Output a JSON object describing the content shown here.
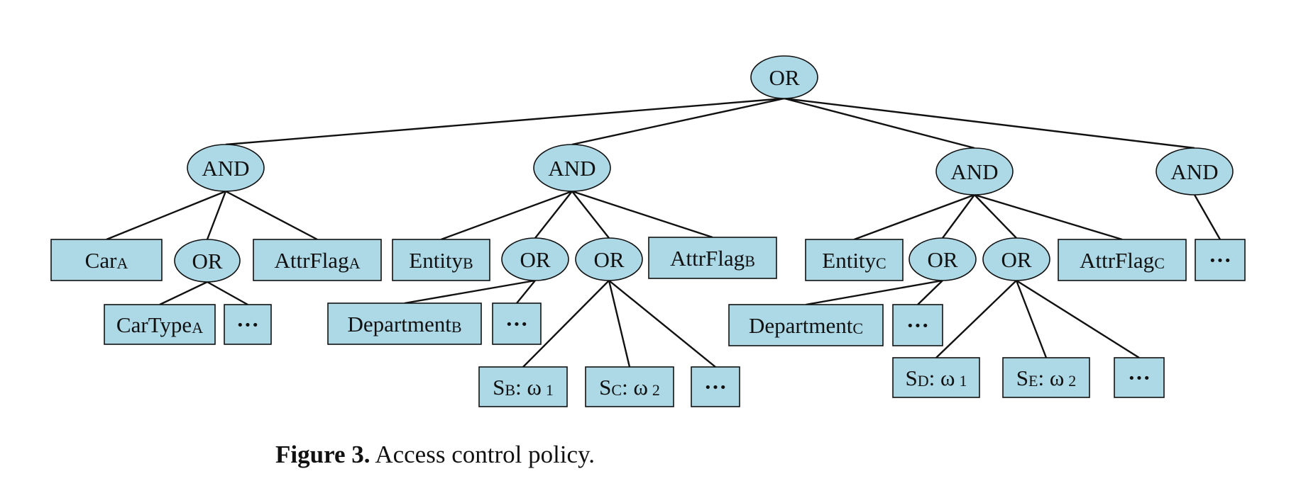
{
  "colors": {
    "node_fill": "#add8e6",
    "stroke": "#111111",
    "background": "#ffffff"
  },
  "nodes": [
    {
      "id": "root",
      "shape": "ellipse",
      "text": "OR"
    },
    {
      "id": "and1",
      "shape": "ellipse",
      "text": "AND"
    },
    {
      "id": "and2",
      "shape": "ellipse",
      "text": "AND"
    },
    {
      "id": "and3",
      "shape": "ellipse",
      "text": "AND"
    },
    {
      "id": "and4",
      "shape": "ellipse",
      "text": "AND"
    },
    {
      "id": "carA",
      "shape": "rect",
      "text": "Car",
      "sub": "A"
    },
    {
      "id": "orA",
      "shape": "ellipse",
      "text": "OR"
    },
    {
      "id": "attrA",
      "shape": "rect",
      "text": "AttrFlag",
      "sub": "A"
    },
    {
      "id": "cartypeA",
      "shape": "rect",
      "text": "CarType",
      "sub": "A"
    },
    {
      "id": "dotsA",
      "shape": "rect",
      "text": "···"
    },
    {
      "id": "entityB",
      "shape": "rect",
      "text": "Entity",
      "sub": "B"
    },
    {
      "id": "orB1",
      "shape": "ellipse",
      "text": "OR"
    },
    {
      "id": "orB2",
      "shape": "ellipse",
      "text": "OR"
    },
    {
      "id": "attrB",
      "shape": "rect",
      "text": "AttrFlag",
      "sub": "B"
    },
    {
      "id": "deptB",
      "shape": "rect",
      "text": "Department",
      "sub": "B"
    },
    {
      "id": "dotsB1",
      "shape": "rect",
      "text": "···"
    },
    {
      "id": "sB",
      "shape": "rect",
      "text": "S",
      "sub": "B",
      "tail": ": ω",
      "tail_sub": "1"
    },
    {
      "id": "sC",
      "shape": "rect",
      "text": "S",
      "sub": "C",
      "tail": ": ω",
      "tail_sub": "2"
    },
    {
      "id": "dotsB2",
      "shape": "rect",
      "text": "···"
    },
    {
      "id": "entityC",
      "shape": "rect",
      "text": "Entity",
      "sub": "C"
    },
    {
      "id": "orC1",
      "shape": "ellipse",
      "text": "OR"
    },
    {
      "id": "orC2",
      "shape": "ellipse",
      "text": "OR"
    },
    {
      "id": "attrC",
      "shape": "rect",
      "text": "AttrFlag",
      "sub": "C"
    },
    {
      "id": "deptC",
      "shape": "rect",
      "text": "Department",
      "sub": "C"
    },
    {
      "id": "dotsC1",
      "shape": "rect",
      "text": "···"
    },
    {
      "id": "sD",
      "shape": "rect",
      "text": "S",
      "sub": "D",
      "tail": ": ω",
      "tail_sub": "1"
    },
    {
      "id": "sE",
      "shape": "rect",
      "text": "S",
      "sub": "E",
      "tail": ": ω",
      "tail_sub": "2"
    },
    {
      "id": "dotsC2",
      "shape": "rect",
      "text": "···"
    },
    {
      "id": "dotsD",
      "shape": "rect",
      "text": "···"
    }
  ],
  "edges": [
    [
      "root",
      "and1"
    ],
    [
      "root",
      "and2"
    ],
    [
      "root",
      "and3"
    ],
    [
      "root",
      "and4"
    ],
    [
      "and1",
      "carA"
    ],
    [
      "and1",
      "orA"
    ],
    [
      "and1",
      "attrA"
    ],
    [
      "orA",
      "cartypeA"
    ],
    [
      "orA",
      "dotsA"
    ],
    [
      "and2",
      "entityB"
    ],
    [
      "and2",
      "orB1"
    ],
    [
      "and2",
      "orB2"
    ],
    [
      "and2",
      "attrB"
    ],
    [
      "orB1",
      "deptB"
    ],
    [
      "orB1",
      "dotsB1"
    ],
    [
      "orB2",
      "sB"
    ],
    [
      "orB2",
      "sC"
    ],
    [
      "orB2",
      "dotsB2"
    ],
    [
      "and3",
      "entityC"
    ],
    [
      "and3",
      "orC1"
    ],
    [
      "and3",
      "orC2"
    ],
    [
      "and3",
      "attrC"
    ],
    [
      "orC1",
      "deptC"
    ],
    [
      "orC1",
      "dotsC1"
    ],
    [
      "orC2",
      "sD"
    ],
    [
      "orC2",
      "sE"
    ],
    [
      "orC2",
      "dotsC2"
    ],
    [
      "and4",
      "dotsD"
    ]
  ],
  "caption": {
    "label": "Figure 3.",
    "text": " Access control policy."
  }
}
